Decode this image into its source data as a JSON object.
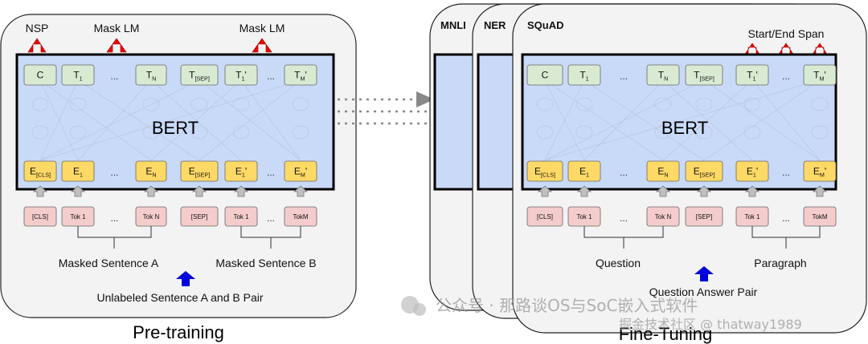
{
  "pretraining": {
    "caption": "Pre-training",
    "heads": {
      "nsp": "NSP",
      "mask1": "Mask LM",
      "mask2": "Mask LM"
    },
    "bert": "BERT",
    "outputs": [
      "C",
      "T",
      "T",
      "T",
      "T",
      "T"
    ],
    "output_subs": [
      "",
      "1",
      "N",
      "[SEP]",
      "1",
      "M"
    ],
    "output_primes": [
      "",
      "",
      "",
      "",
      "'",
      "'"
    ],
    "embeds": [
      "E",
      "E",
      "E",
      "E",
      "E",
      "E"
    ],
    "embed_subs": [
      "[CLS]",
      "1",
      "N",
      "[SEP]",
      "1",
      "M"
    ],
    "embed_primes": [
      "",
      "",
      "",
      "",
      "'",
      "'"
    ],
    "tokens": [
      "[CLS]",
      "Tok 1",
      "Tok N",
      "[SEP]",
      "Tok 1",
      "TokM"
    ],
    "ellipsis": "...",
    "sentence_a": "Masked Sentence A",
    "sentence_b": "Masked Sentence B",
    "pair": "Unlabeled Sentence A and B Pair"
  },
  "finetuning": {
    "caption": "Fine-Tuning",
    "tasks": [
      "MNLI",
      "NER",
      "SQuAD"
    ],
    "span": "Start/End Span",
    "bert": "BERT",
    "outputs": [
      "C",
      "T",
      "T",
      "T",
      "T",
      "T"
    ],
    "output_subs": [
      "",
      "1",
      "N",
      "[SEP]",
      "1",
      "M"
    ],
    "output_primes": [
      "",
      "",
      "",
      "",
      "'",
      "'"
    ],
    "embeds": [
      "E",
      "E",
      "E",
      "E",
      "E",
      "E"
    ],
    "embed_subs": [
      "[CLS]",
      "1",
      "N",
      "[SEP]",
      "1",
      "M"
    ],
    "embed_primes": [
      "",
      "",
      "",
      "",
      "'",
      "'"
    ],
    "tokens": [
      "[CLS]",
      "Tok 1",
      "Tok N",
      "[SEP]",
      "Tok 1",
      "TokM"
    ],
    "ellipsis": "...",
    "question": "Question",
    "paragraph": "Paragraph",
    "pair": "Question Answer Pair"
  },
  "watermark": {
    "line1": "公众号 · 那路谈OS与SoC嵌入式软件",
    "line2": "掘金技术社区 @ thatway1989"
  },
  "colors": {
    "output_fill": "#d9ead3",
    "embed_fill": "#ffd966",
    "token_fill": "#f4cccc",
    "bert_fill": "#c9daf8",
    "card_fill": "#f3f3f3",
    "red_arrow": "#ee0000",
    "blue_arrow": "#0000dd"
  }
}
